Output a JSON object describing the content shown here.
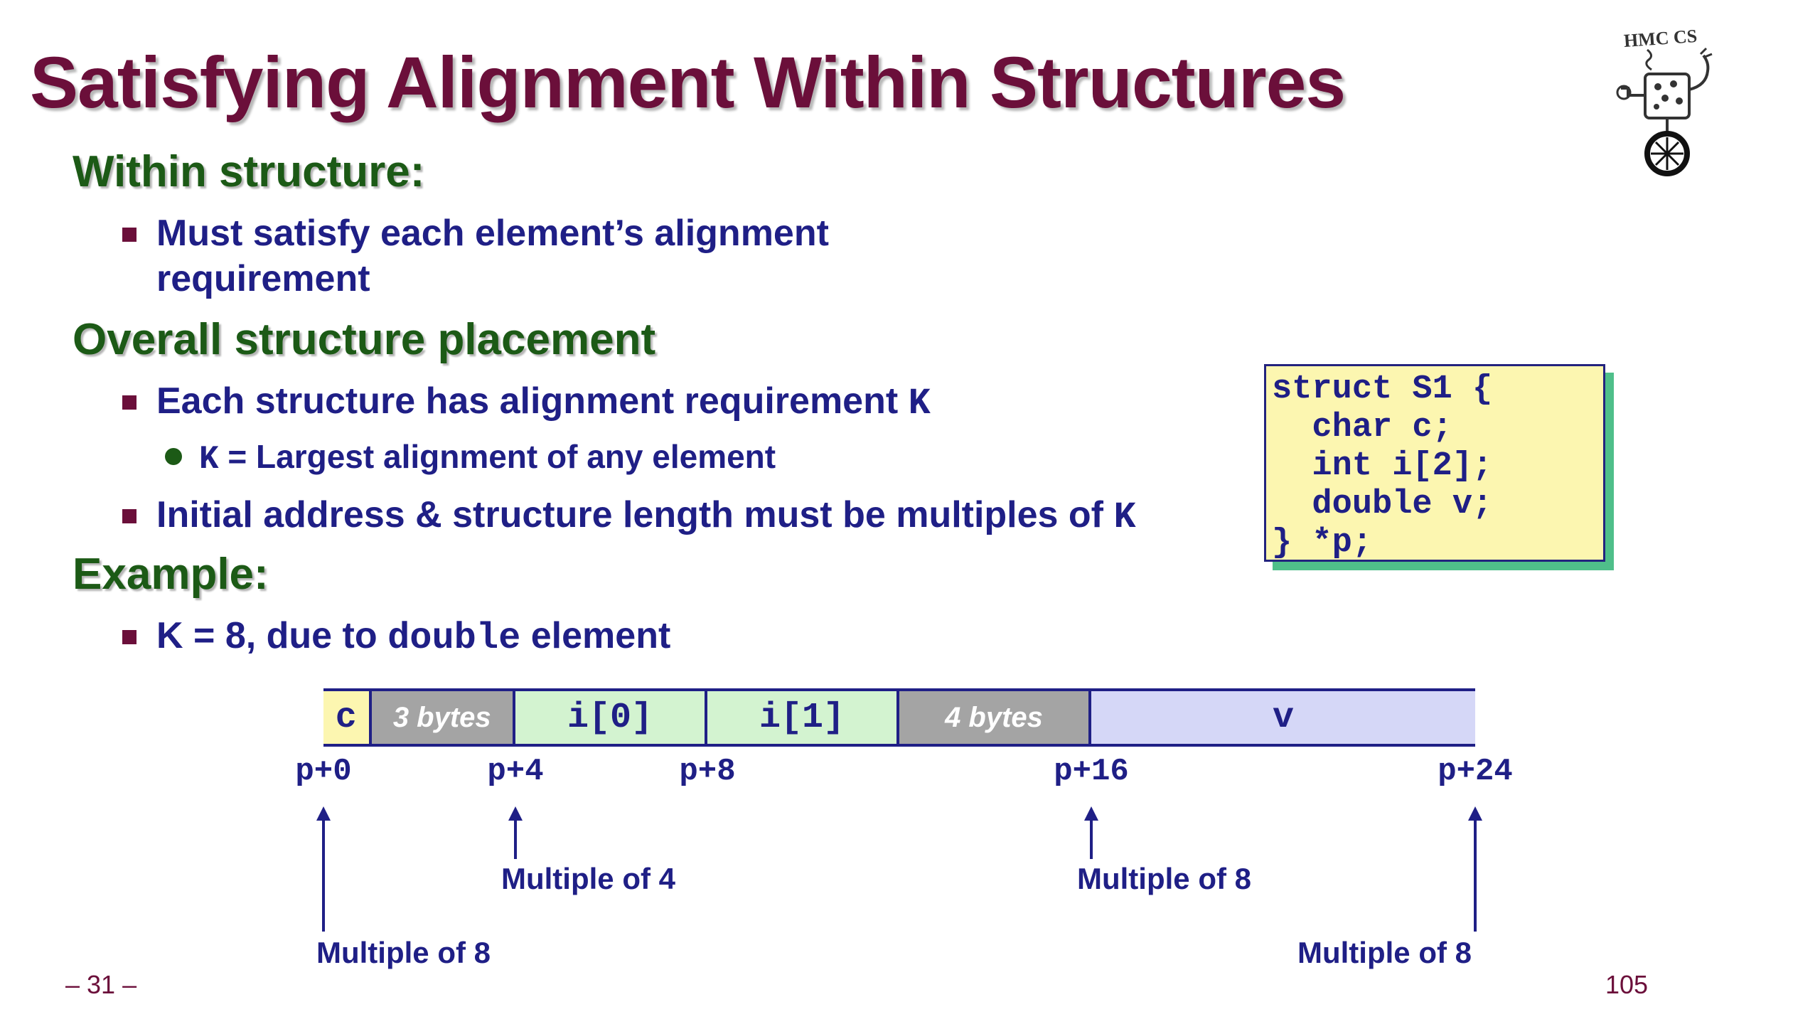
{
  "title": "Satisfying Alignment Within Structures",
  "sections": {
    "within": {
      "heading": "Within structure:",
      "bullet_line1": "Must satisfy each element’s alignment",
      "bullet_line2": "requirement"
    },
    "overall": {
      "heading": "Overall structure placement",
      "bullet1_text": "Each structure has alignment requirement ",
      "bullet1_code": "K",
      "sub_code": "K",
      "sub_text": " = Largest alignment of any element",
      "bullet2_text": "Initial address & structure length must be multiples of ",
      "bullet2_code": "K"
    },
    "example": {
      "heading": "Example:",
      "bullet_pre": "K = 8, due to ",
      "bullet_code": "double",
      "bullet_post": " element"
    }
  },
  "code": {
    "lines": [
      "struct S1 {",
      "  char c;",
      "  int i[2];",
      "  double v;",
      "} *p;"
    ]
  },
  "memory": {
    "cells": [
      {
        "label": "c",
        "bytes": 1,
        "color": "#fcf6b0",
        "padding": false
      },
      {
        "label": "3 bytes",
        "bytes": 3,
        "color": "#a4a4a4",
        "padding": true
      },
      {
        "label": "i[0]",
        "bytes": 4,
        "color": "#d3f3d0",
        "padding": false
      },
      {
        "label": "i[1]",
        "bytes": 4,
        "color": "#d3f3d0",
        "padding": false
      },
      {
        "label": "4 bytes",
        "bytes": 4,
        "color": "#a4a4a4",
        "padding": true
      },
      {
        "label": "v",
        "bytes": 8,
        "color": "#d5d7f7",
        "padding": false
      }
    ],
    "addresses": [
      {
        "label": "p+0",
        "offset": 0
      },
      {
        "label": "p+4",
        "offset": 4
      },
      {
        "label": "p+8",
        "offset": 8
      },
      {
        "label": "p+16",
        "offset": 16
      },
      {
        "label": "p+24",
        "offset": 24
      }
    ],
    "notes": [
      {
        "label": "Multiple of 4",
        "offset": 4,
        "level": "near"
      },
      {
        "label": "Multiple of 8",
        "offset": 16,
        "level": "near"
      },
      {
        "label": "Multiple of 8",
        "offset": 0,
        "level": "far"
      },
      {
        "label": "Multiple of 8",
        "offset": 24,
        "level": "far"
      }
    ]
  },
  "logo": {
    "text": "HMC CS"
  },
  "footer": {
    "left": "– 31 –",
    "right": "105"
  }
}
